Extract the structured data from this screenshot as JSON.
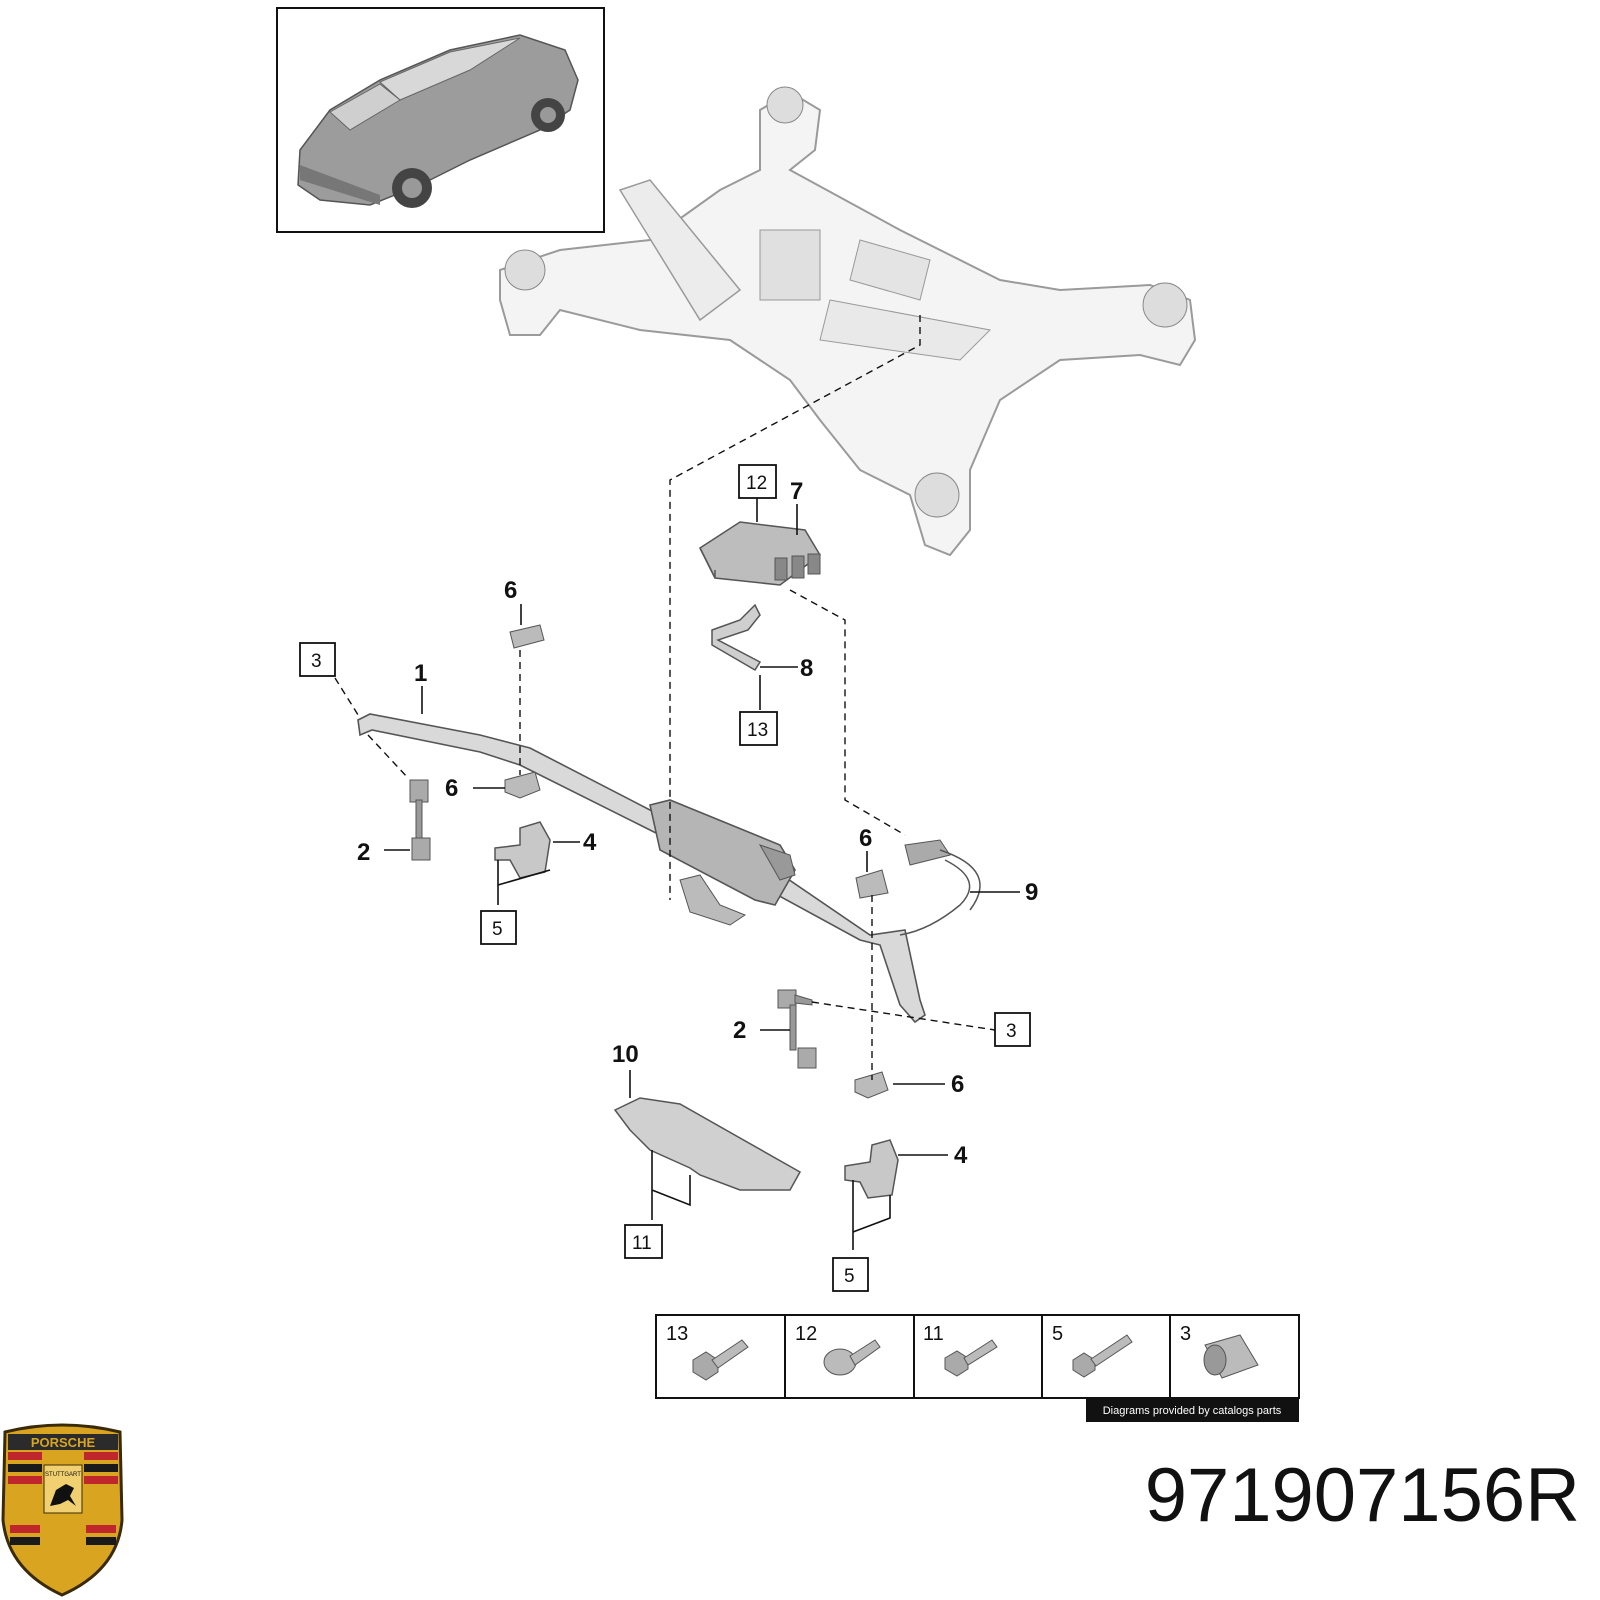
{
  "callouts": {
    "c1": "1",
    "c2a": "2",
    "c2b": "2",
    "c4a": "4",
    "c4b": "4",
    "c6a": "6",
    "c6b": "6",
    "c6c": "6",
    "c6d": "6",
    "c7": "7",
    "c8": "8",
    "c9": "9",
    "c10": "10"
  },
  "boxed": {
    "b3a": "3",
    "b3b": "3",
    "b5a": "5",
    "b5b": "5",
    "b11": "11",
    "b12": "12",
    "b13": "13"
  },
  "fastener_table": [
    "13",
    "12",
    "11",
    "5",
    "3"
  ],
  "credit": "Diagrams provided by catalogs parts",
  "logo": {
    "brand": "PORSCHE",
    "city": "STUTTGART"
  },
  "part_number": "971907156R",
  "colors": {
    "line": "#111111",
    "part_fill": "#e8e8e8",
    "frame_fill": "#f4f4f4",
    "credit_bg": "#111111",
    "logo_gold": "#d9a521",
    "logo_red": "#c0272d"
  }
}
